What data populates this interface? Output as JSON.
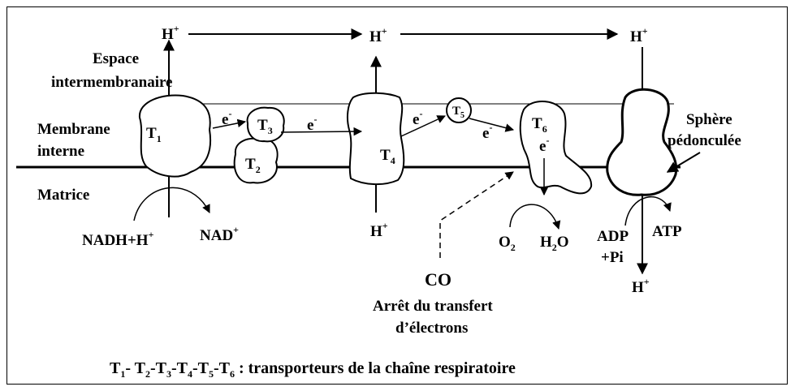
{
  "labels": {
    "h_plus": "H",
    "plus": "+",
    "minus": "-",
    "e": "e",
    "T": "T",
    "espace1": "Espace",
    "espace2": "intermembranaire",
    "membrane1": "Membrane",
    "membrane2": "interne",
    "matrice": "Matrice",
    "nadh": "NADH+H",
    "nad": "NAD",
    "o2_O": "O",
    "o2_sub": "2",
    "h2o_H": "H",
    "h2o_sub": "2",
    "h2o_O": "O",
    "adp1": "ADP",
    "adp2": "+Pi",
    "atp": "ATP",
    "sphere1": "Sphère",
    "sphere2": "pédonculée",
    "co": "CO",
    "arret1": "Arrêt du transfert",
    "arret2": "d’électrons"
  },
  "transporters": [
    "1",
    "2",
    "3",
    "4",
    "5",
    "6"
  ],
  "caption": {
    "T": "T",
    "s1": "1",
    "p1": "- T",
    "s2": "2",
    "p2": "-T",
    "s3": "3",
    "p3": "-T",
    "s4": "4",
    "p4": "-T",
    "s5": "5",
    "p5": "-T",
    "s6": "6",
    "rest": " : transporteurs de la chaîne respiratoire"
  }
}
